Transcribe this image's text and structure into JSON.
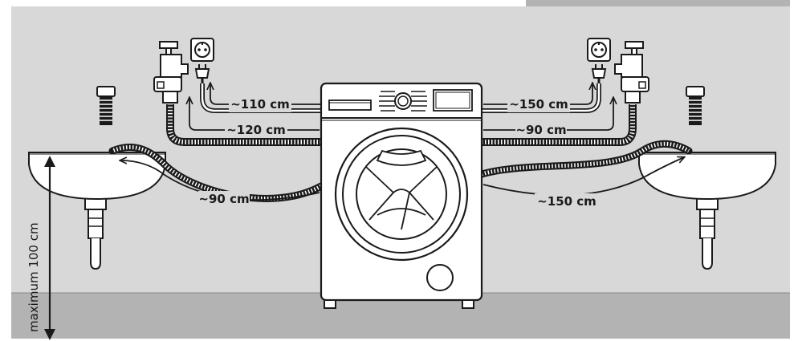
{
  "diagram": {
    "labels": {
      "left_socket_distance": "~110 cm",
      "left_tap_distance": "~120 cm",
      "left_drain_distance": "~90 cm",
      "right_socket_distance": "~150 cm",
      "right_tap_distance": "~90 cm",
      "right_drain_distance": "~150 cm",
      "max_height": "maximum 100 cm"
    },
    "colors": {
      "wall": "#d8d8d8",
      "floor": "#b3b3b3",
      "line": "#1a1a1a",
      "appliance": "#ffffff"
    }
  }
}
